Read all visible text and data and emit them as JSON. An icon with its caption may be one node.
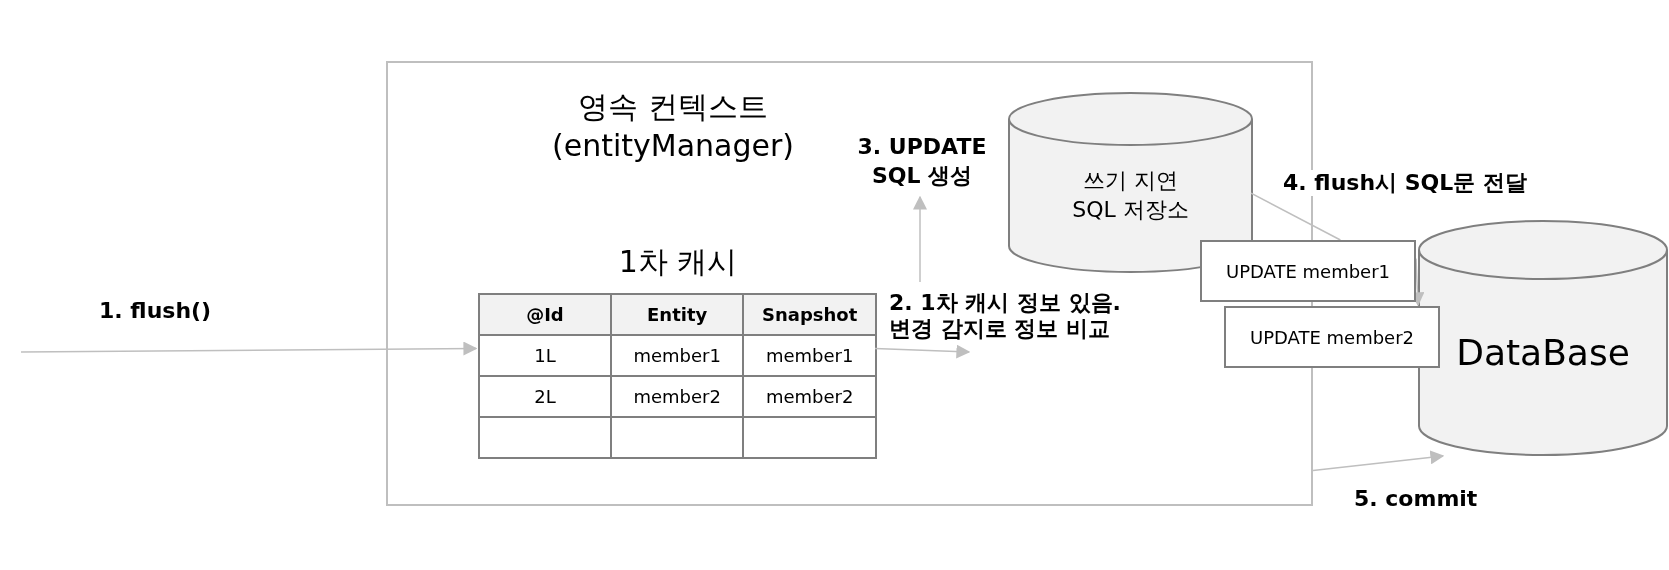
{
  "diagram": {
    "nodes": [
      {
        "text": [
          "영속 컨텍스트 (entityManager)"
        ]
      },
      {
        "text": [
          "1차 캐시"
        ],
        "in": 0
      },
      {
        "text": [
          "3. UPDATE SQL 생성"
        ],
        "in": 0
      },
      {
        "text": [
          "쓰기 지연 SQL 저장소"
        ],
        "in": 0
      },
      {
        "text": [
          "UPDATE member1"
        ]
      },
      {
        "text": [
          "UPDATE member2"
        ]
      },
      {
        "text": [
          "DataBase"
        ]
      }
    ],
    "edges": [
      {
        "from": null,
        "to": 1,
        "arrow": "to",
        "label": "1.  flush()"
      },
      {
        "from": 1,
        "to": null,
        "arrow": "to",
        "label": "2. 1차 캐시 정보 있음. 변경 감지로 정보 비교"
      },
      {
        "from": null,
        "to": 2,
        "arrow": "to"
      },
      {
        "from": 3,
        "to": 4,
        "arrow": "none",
        "label": "4. flush시 SQL문 전달"
      },
      {
        "from": 4,
        "to": 6,
        "arrow": "to"
      },
      {
        "from": 0,
        "to": 6,
        "arrow": "to",
        "label": "5. commit"
      }
    ],
    "labels": [
      "@Id",
      "Entity",
      "Snapshot",
      "1L",
      "member1",
      "member1",
      "2L",
      "member2",
      "member2"
    ]
  }
}
